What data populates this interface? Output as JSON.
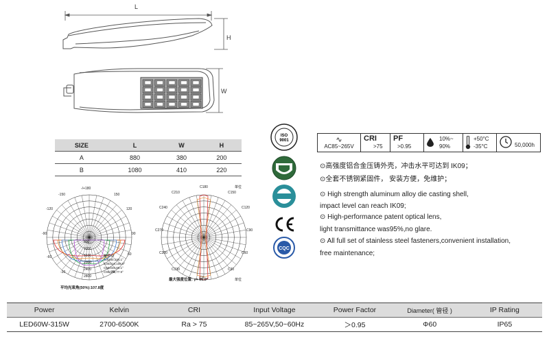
{
  "dimensions": {
    "L": "L",
    "H": "H",
    "W": "W"
  },
  "size_table": {
    "headers": [
      "SIZE",
      "L",
      "W",
      "H"
    ],
    "rows": [
      [
        "A",
        "880",
        "380",
        "200"
      ],
      [
        "B",
        "1080",
        "410",
        "220"
      ]
    ]
  },
  "polar_left": {
    "labels": {
      "top": "-/+180",
      "tl150": "-150",
      "tr150": "150",
      "l120": "-120",
      "r120": "120",
      "l90": "-90",
      "r90": "90",
      "l60": "-60",
      "r60": "60",
      "l30": "-30",
      "r30": "30",
      "r800": "800",
      "r1200": "1200",
      "r1600": "1600",
      "r2000": "2000",
      "r2400": "2400",
      "r2800": "2800"
    },
    "legend": [
      "曲线:cd",
      "C0/180,134.1°",
      "C30/210,108.9°",
      "C60/240,80.1°",
      "C90/270,77.9°"
    ],
    "caption": "平均光束角(50%):107.8度"
  },
  "polar_right": {
    "labels": {
      "c180": "C180",
      "c210": "C210",
      "c240": "C240",
      "c270": "C270",
      "c300": "C300",
      "c330": "C330",
      "c0": "C0",
      "c30": "C30",
      "c60": "C60",
      "c90": "C90",
      "c120": "C120",
      "c150": "C150",
      "unit_tr": "单位",
      "unit_br": "单位"
    },
    "caption": "最大强度位置: γ= 66.0°"
  },
  "certs": {
    "iso_top": "ISO",
    "iso_num": "9001",
    "cqc": "CQC"
  },
  "specs": {
    "voltage": "AC85~265V",
    "cri_label": "CRI",
    "cri_value": ">75",
    "pf_label": "PF",
    "pf_value": ">0.95",
    "humidity_a": "10%~",
    "humidity_b": "90%",
    "temp_a": "+50°C",
    "temp_b": "-35°C",
    "life": "50,000h"
  },
  "features": [
    "⊙高强度铝合金压铸外壳，冲击水平可达到 IK09；",
    "⊙全套不锈钢紧固件，  安装方便，免维护；",
    "⊙ High strength aluminum alloy die casting shell,",
    "impact level can reach IK09;",
    "⊙ High-performance patent optical lens,",
    "light transmittance was95%,no glare.",
    "⊙ All full set of stainless steel fasteners,convenient installation,",
    "free maintenance;"
  ],
  "bottom_table": {
    "headers": [
      "Power",
      "Kelvin",
      "CRI",
      "Input Voltage",
      "Power Factor",
      "Diameter( 管径 )",
      "IP Rating"
    ],
    "values": [
      "LED60W-315W",
      "2700-6500K",
      "Ra > 75",
      "85~265V,50~60Hz",
      "＞0.95",
      "Φ60",
      "IP65"
    ]
  },
  "colors": {
    "header_gray": "#d9d9d9",
    "line": "#333333"
  }
}
